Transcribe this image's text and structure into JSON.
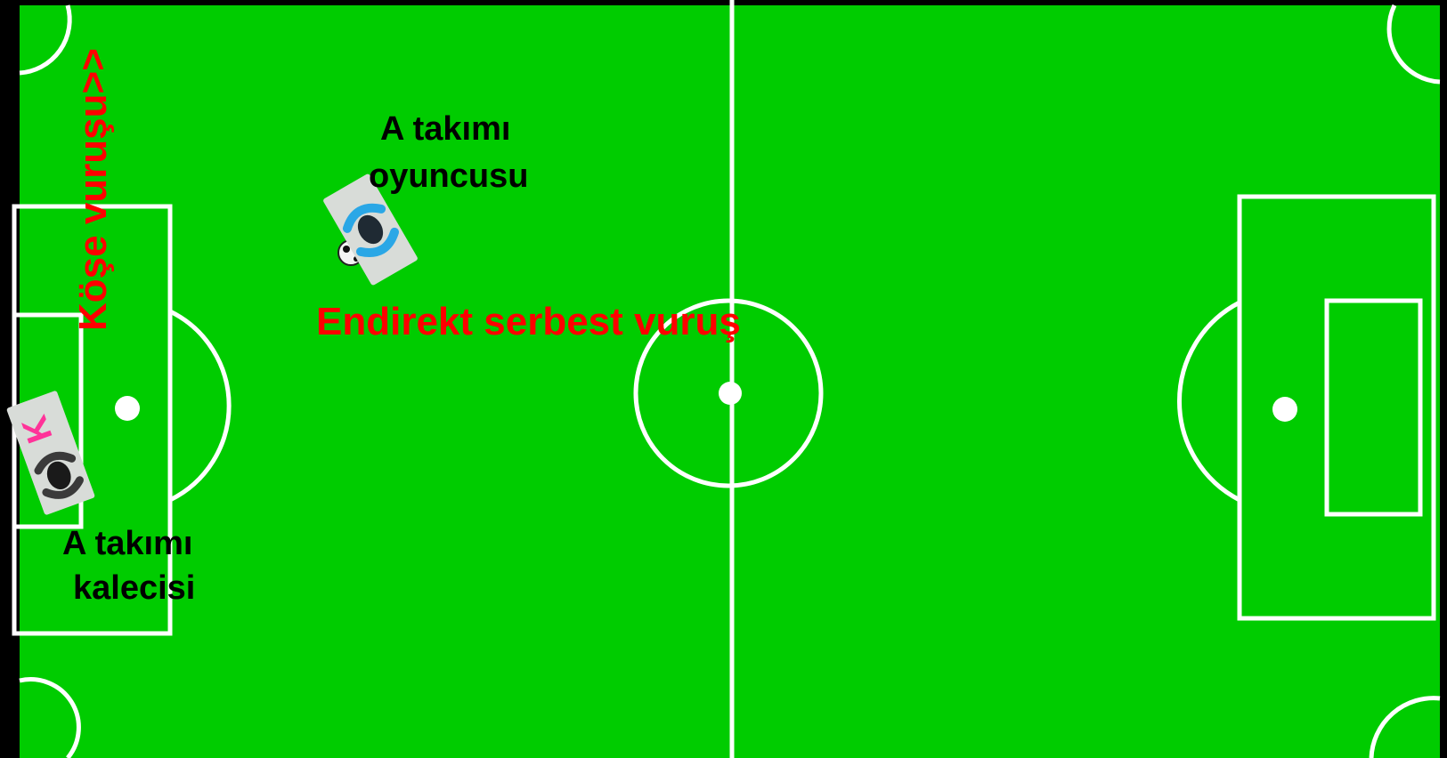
{
  "diagram": {
    "colors": {
      "pitch": "#00cc00",
      "lines": "#ffffff",
      "border": "#000000",
      "annotation": "#ff0000",
      "player_blue": "#2aa7e6",
      "keeper_marker": "#ff3399"
    },
    "labels": {
      "corner_kick": "Köşe vuruşu>>",
      "player_line1": "A takımı",
      "player_line2": "oyuncusu",
      "indirect_free_kick": "Endirekt serbest vuruş",
      "keeper_line1": "A takımı",
      "keeper_line2": "kalecisi",
      "keeper_mark": "K"
    },
    "icons": [
      "player-robot-icon",
      "ball-icon",
      "goalkeeper-robot-icon"
    ]
  }
}
